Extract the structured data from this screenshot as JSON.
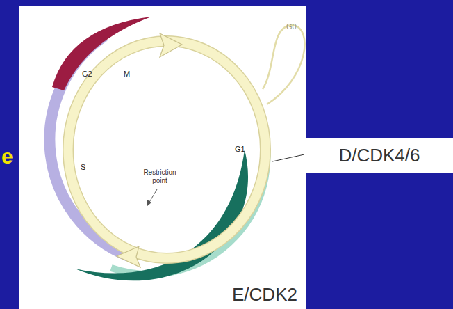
{
  "diagram": {
    "nodes": [
      {
        "text": [
          "D/CDK4/6"
        ]
      },
      {
        "text": [
          "E/CDK2"
        ]
      }
    ],
    "labels": [
      "G2",
      "M",
      "G0",
      "G1",
      "S",
      "Restriction point",
      "e"
    ]
  }
}
